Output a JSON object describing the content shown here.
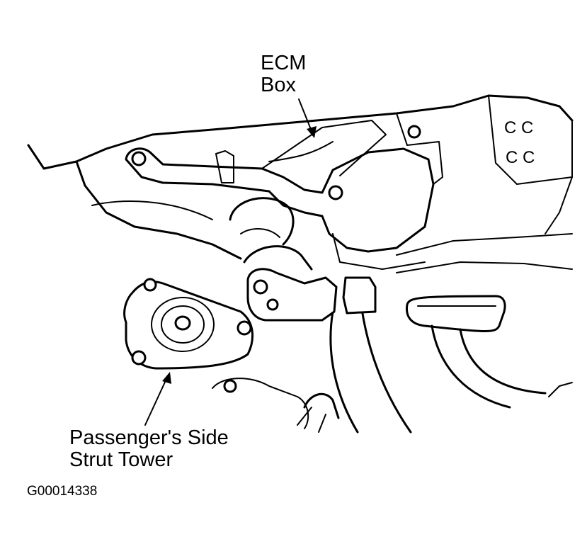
{
  "labels": {
    "ecm_line1": "ECM",
    "ecm_line2": "Box",
    "strut_line1": "Passenger's Side",
    "strut_line2": "Strut Tower",
    "figure_id": "G00014338"
  },
  "colors": {
    "ink": "#000000",
    "paper": "#ffffff"
  }
}
